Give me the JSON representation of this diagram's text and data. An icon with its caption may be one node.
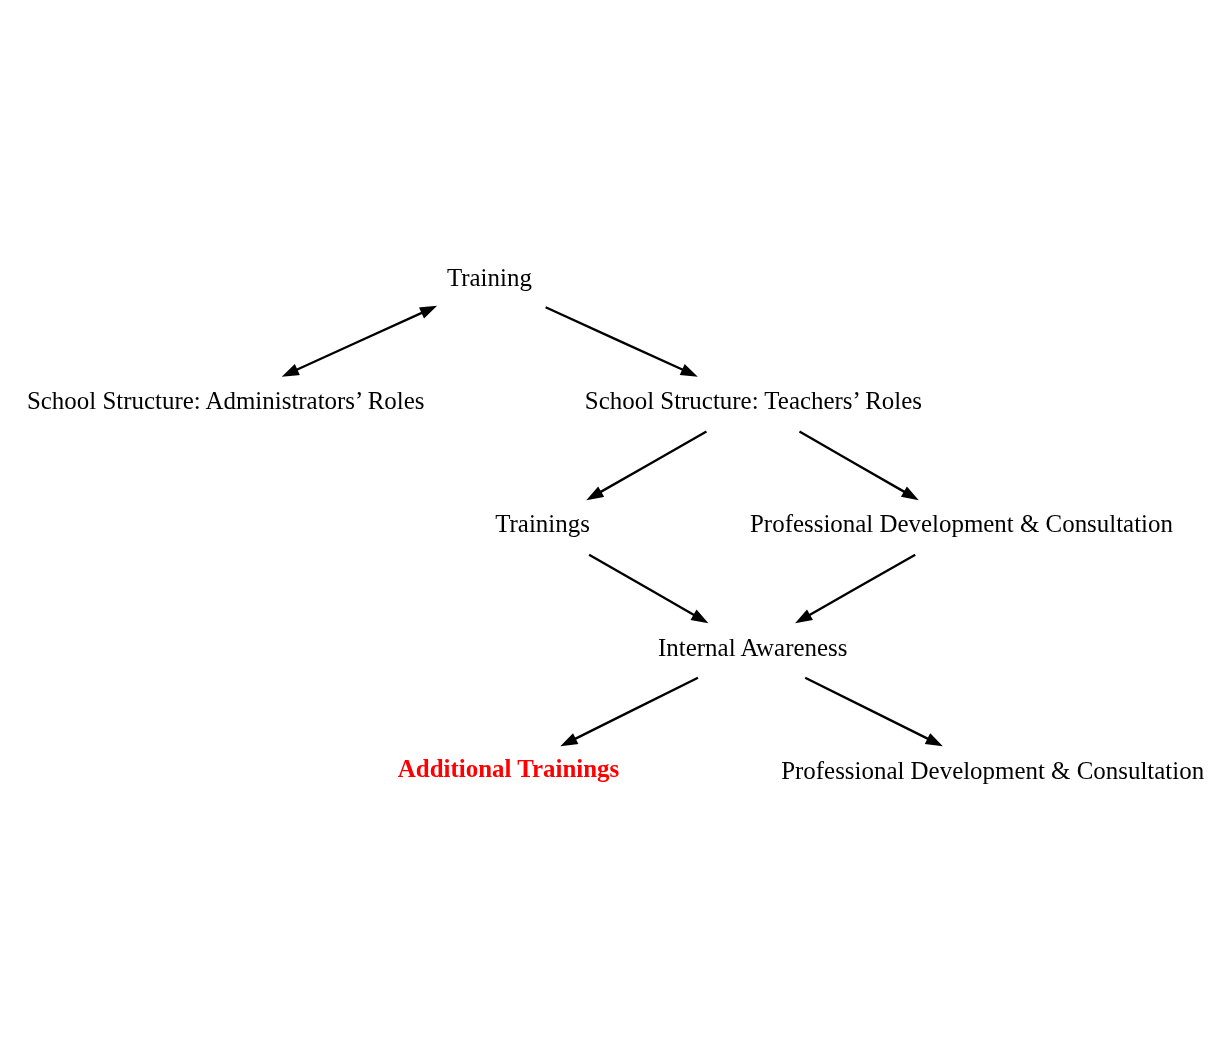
{
  "diagram": {
    "nodes": [
      {
        "text": [
          "School Structure: Administrators’ Roles"
        ]
      },
      {
        "text": [
          "Training"
        ]
      },
      {
        "text": [
          "School Structure: Teachers’ Roles"
        ]
      },
      {
        "text": [
          "Trainings"
        ]
      },
      {
        "text": [
          "Professional Development & Consultation"
        ]
      },
      {
        "text": [
          "Internal Awareness"
        ]
      },
      {
        "text": [
          "Additional Trainings"
        ]
      },
      {
        "text": [
          "Professional Development & Consultation"
        ]
      }
    ],
    "edges": [
      {
        "from": 1,
        "to": 0,
        "arrow": "both"
      },
      {
        "from": 1,
        "to": 2,
        "arrow": "to"
      },
      {
        "from": 2,
        "to": 3,
        "arrow": "to"
      },
      {
        "from": 2,
        "to": 4,
        "arrow": "to"
      },
      {
        "from": 3,
        "to": 5,
        "arrow": "to"
      },
      {
        "from": 4,
        "to": 5,
        "arrow": "to"
      },
      {
        "from": 5,
        "to": 6,
        "arrow": "to"
      },
      {
        "from": 5,
        "to": 7,
        "arrow": "to"
      }
    ]
  }
}
